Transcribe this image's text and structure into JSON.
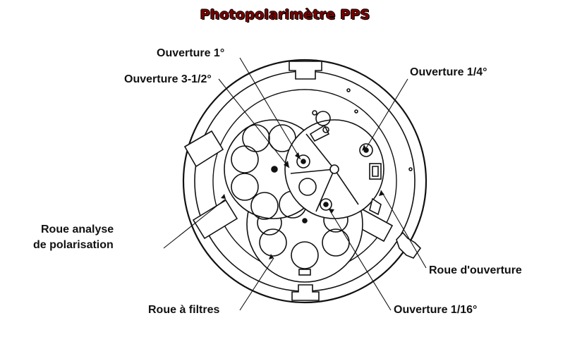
{
  "title": "Photopolarimètre PPS",
  "labels": {
    "aperture_1deg": "Ouverture 1°",
    "aperture_3_5deg": "Ouverture 3-1/2°",
    "aperture_quarter": "Ouverture 1/4°",
    "analysis_wheel_line1": "Roue analyse",
    "analysis_wheel_line2": "de polarisation",
    "aperture_wheel": "Roue d'ouverture",
    "filter_wheel": "Roue à filtres",
    "aperture_sixteenth": "Ouverture 1/16°"
  },
  "colors": {
    "title": "#7a0000",
    "ink": "#111111"
  }
}
